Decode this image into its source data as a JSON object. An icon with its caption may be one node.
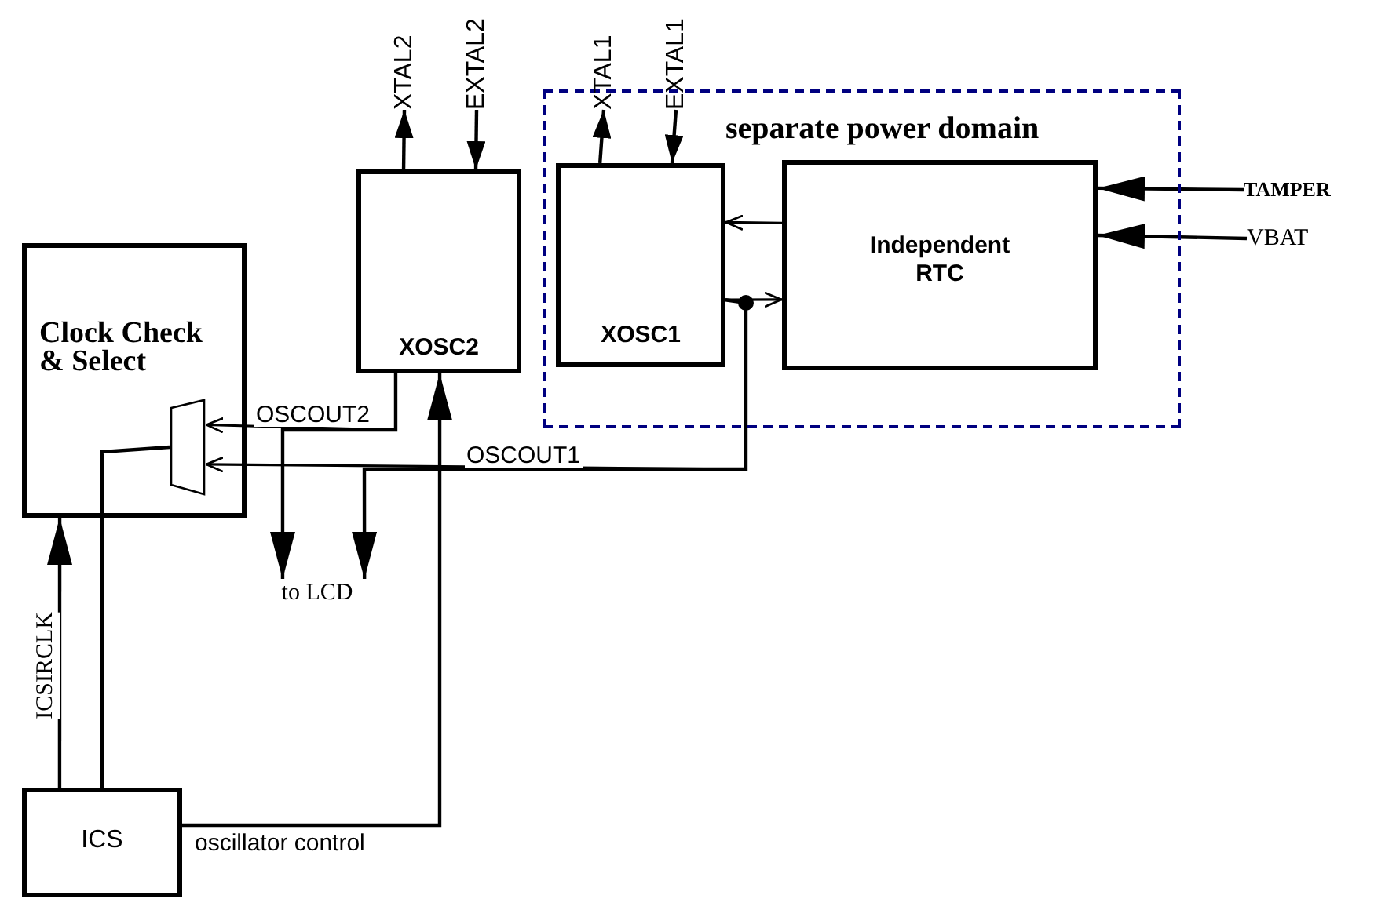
{
  "diagram": {
    "nodes": [
      {
        "text": [
          "Clock Check & Select"
        ]
      },
      {
        "text": [],
        "shape": "trapezoid",
        "in": 0
      },
      {
        "text": [
          "XOSC2"
        ]
      },
      {
        "text": [
          "separate power domain"
        ]
      },
      {
        "text": [
          "XOSC1"
        ],
        "in": 3
      },
      {
        "text": [
          "Independent RTC"
        ],
        "in": 3
      },
      {
        "text": [
          "ICS"
        ]
      },
      {
        "text": [
          "XTAL2"
        ]
      },
      {
        "text": [
          "EXTAL2"
        ]
      },
      {
        "text": [
          "XTAL1"
        ]
      },
      {
        "text": [
          "EXTAL1"
        ]
      },
      {
        "text": [
          "TAMPER"
        ]
      },
      {
        "text": [
          "VBAT"
        ]
      },
      {
        "text": [
          "to LCD"
        ]
      }
    ],
    "edges": [
      {
        "from": 2,
        "to": 7,
        "arrow": "to"
      },
      {
        "from": 8,
        "to": 2,
        "arrow": "to"
      },
      {
        "from": 4,
        "to": 9,
        "arrow": "to"
      },
      {
        "from": 10,
        "to": 4,
        "arrow": "to"
      },
      {
        "from": 11,
        "to": 5,
        "arrow": "to"
      },
      {
        "from": 12,
        "to": 5,
        "arrow": "to"
      },
      {
        "from": 5,
        "to": 4,
        "arrow": "to"
      },
      {
        "from": 4,
        "to": 5,
        "arrow": "to"
      },
      {
        "from": 2,
        "to": 1,
        "arrow": "to",
        "label": "OSCOUT2"
      },
      {
        "from": 4,
        "to": 1,
        "arrow": "to",
        "label": "OSCOUT1"
      },
      {
        "from": 2,
        "to": 13,
        "arrow": "to"
      },
      {
        "from": 4,
        "to": 13,
        "arrow": "to"
      },
      {
        "from": 6,
        "to": 0,
        "arrow": "to",
        "label": "ICSIRCLK"
      },
      {
        "from": 6,
        "to": 1,
        "arrow": "none"
      },
      {
        "from": 6,
        "to": 2,
        "arrow": "to",
        "label": "oscillator control"
      }
    ]
  }
}
